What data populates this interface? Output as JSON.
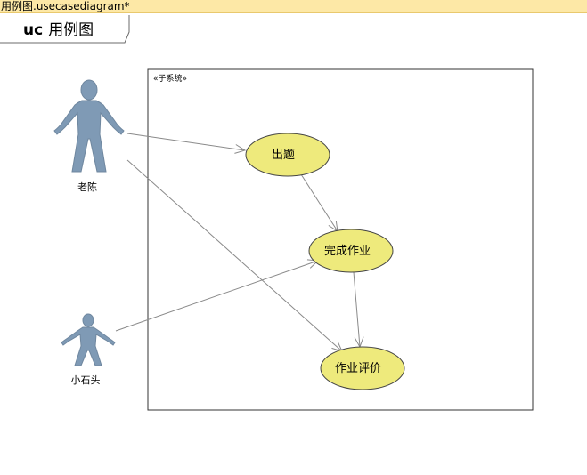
{
  "window": {
    "file_title": "用例图.usecasediagram*"
  },
  "diagram": {
    "frame_tag": "uc",
    "frame_name": "用例图",
    "subsystem_stereotype": "«子系统»",
    "colors": {
      "usecase_fill": "#eeea7c",
      "actor_fill": "#7f9ab5",
      "edge": "#8a8a8a",
      "titlebar": "#fde8a6"
    },
    "actors": [
      {
        "id": "laochen",
        "label": "老陈",
        "icon": "stick-figure-icon"
      },
      {
        "id": "xiaoshitou",
        "label": "小石头",
        "icon": "stick-figure-icon"
      }
    ],
    "usecases": [
      {
        "id": "chuti",
        "label": "出题"
      },
      {
        "id": "wancheng",
        "label": "完成作业"
      },
      {
        "id": "pingjia",
        "label": "作业评价"
      }
    ],
    "associations": [
      {
        "from": "laochen",
        "to": "chuti"
      },
      {
        "from": "laochen",
        "to": "pingjia"
      },
      {
        "from": "xiaoshitou",
        "to": "wancheng"
      },
      {
        "from": "chuti",
        "to": "wancheng"
      },
      {
        "from": "wancheng",
        "to": "pingjia"
      }
    ]
  }
}
